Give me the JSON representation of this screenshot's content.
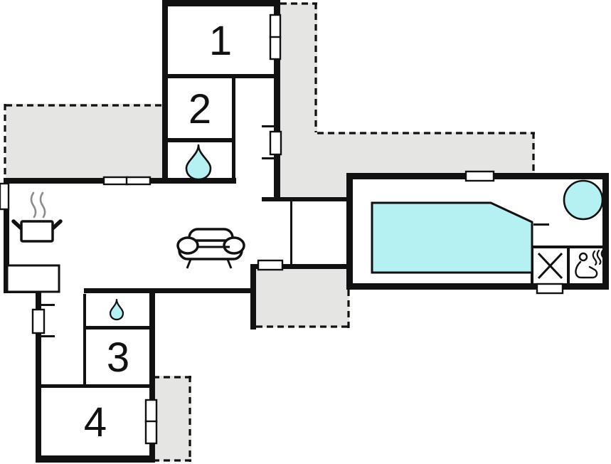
{
  "plan": {
    "type": "floor-plan",
    "background": "#ffffff"
  },
  "rooms": [
    {
      "id": "room-1",
      "label": "1"
    },
    {
      "id": "room-2",
      "label": "2"
    },
    {
      "id": "room-3",
      "label": "3"
    },
    {
      "id": "room-4",
      "label": "4"
    }
  ],
  "icons": {
    "water_drop": "teardrop shape (bathroom)",
    "cooking_pot": "pot with steam (kitchen)",
    "sofa": "sofa front view (living room)",
    "hot_tub": "round tub (pool house)",
    "pool": "swimming pool basin",
    "cross": "x-marked square (shower/plunge)",
    "sauna": "person relaxing with steam (sauna)"
  },
  "colors": {
    "wall": "#111111",
    "water": "#b5f0f2",
    "terrace": "#e5e5e3",
    "steam": "#8c8c8c",
    "background": "#ffffff"
  }
}
